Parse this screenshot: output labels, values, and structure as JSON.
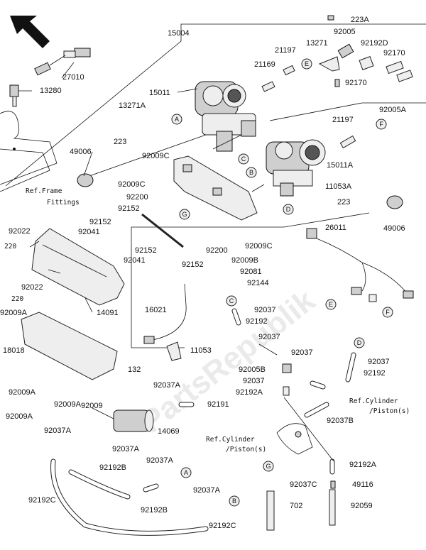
{
  "watermark": "PartsRepublik",
  "callouts": {
    "c15004": "15004",
    "c27010": "27010",
    "c13280": "13280",
    "c223A": "223A",
    "c92005": "92005",
    "c13271": "13271",
    "c92192D": "92192D",
    "c92170a": "92170",
    "c92170b": "92170",
    "c21197a": "21197",
    "c21169": "21169",
    "c15011": "15011",
    "c92005A": "92005A",
    "c13271A": "13271A",
    "c223a": "223",
    "c21197b": "21197",
    "c49006a": "49006",
    "c92009C_a": "92009C",
    "c92009C_b": "92009C",
    "c15011A": "15011A",
    "c11053A": "11053A",
    "c223b": "223",
    "c92200a": "92200",
    "c92152a": "92152",
    "c92152b": "92152",
    "c92041a": "92041",
    "c26011": "26011",
    "c49006b": "49006",
    "c92022a": "92022",
    "c220a": "220",
    "c92009C_c": "92009C",
    "c92152c": "92152",
    "c92200b": "92200",
    "c92041b": "92041",
    "c92152d": "92152",
    "c92009B": "92009B",
    "c92081": "92081",
    "c92144": "92144",
    "c92022b": "92022",
    "c220b": "220",
    "c14091": "14091",
    "c92009A_a": "92009A",
    "c16021": "16021",
    "c92037a": "92037",
    "c92192a": "92192",
    "c92037b": "92037",
    "c18018": "18018",
    "c11053": "11053",
    "c92037c": "92037",
    "c92037d": "92037",
    "c92005B": "92005B",
    "c92192b": "92192",
    "c92037e": "92037",
    "c92192A_a": "92192A",
    "c132": "132",
    "c92037A_a": "92037A",
    "c92009A_b": "92009A",
    "c92009A_c": "92009A",
    "c92009": "92009",
    "c92191": "92191",
    "c14069": "14069",
    "c92037B": "92037B",
    "c92037A_b": "92037A",
    "c92037A_c": "92037A",
    "c92192B_a": "92192B",
    "c92037A_d": "92037A",
    "c92192C_a": "92192C",
    "c92192B_b": "92192B",
    "c92037A_e": "92037A",
    "c92192C_b": "92192C",
    "c92192A_b": "92192A",
    "c92037C": "92037C",
    "c49116": "49116",
    "c702": "702",
    "c92059": "92059"
  },
  "refs": {
    "frame_1": "Ref.Frame",
    "frame_2": "Fittings",
    "cyl_top_1": "Ref.Cylinder",
    "cyl_top_2": "/Piston(s)",
    "cyl_mid_1": "Ref.Cylinder",
    "cyl_mid_2": "/Piston(s)"
  },
  "markers": [
    "A",
    "B",
    "C",
    "D",
    "E",
    "F",
    "G"
  ]
}
